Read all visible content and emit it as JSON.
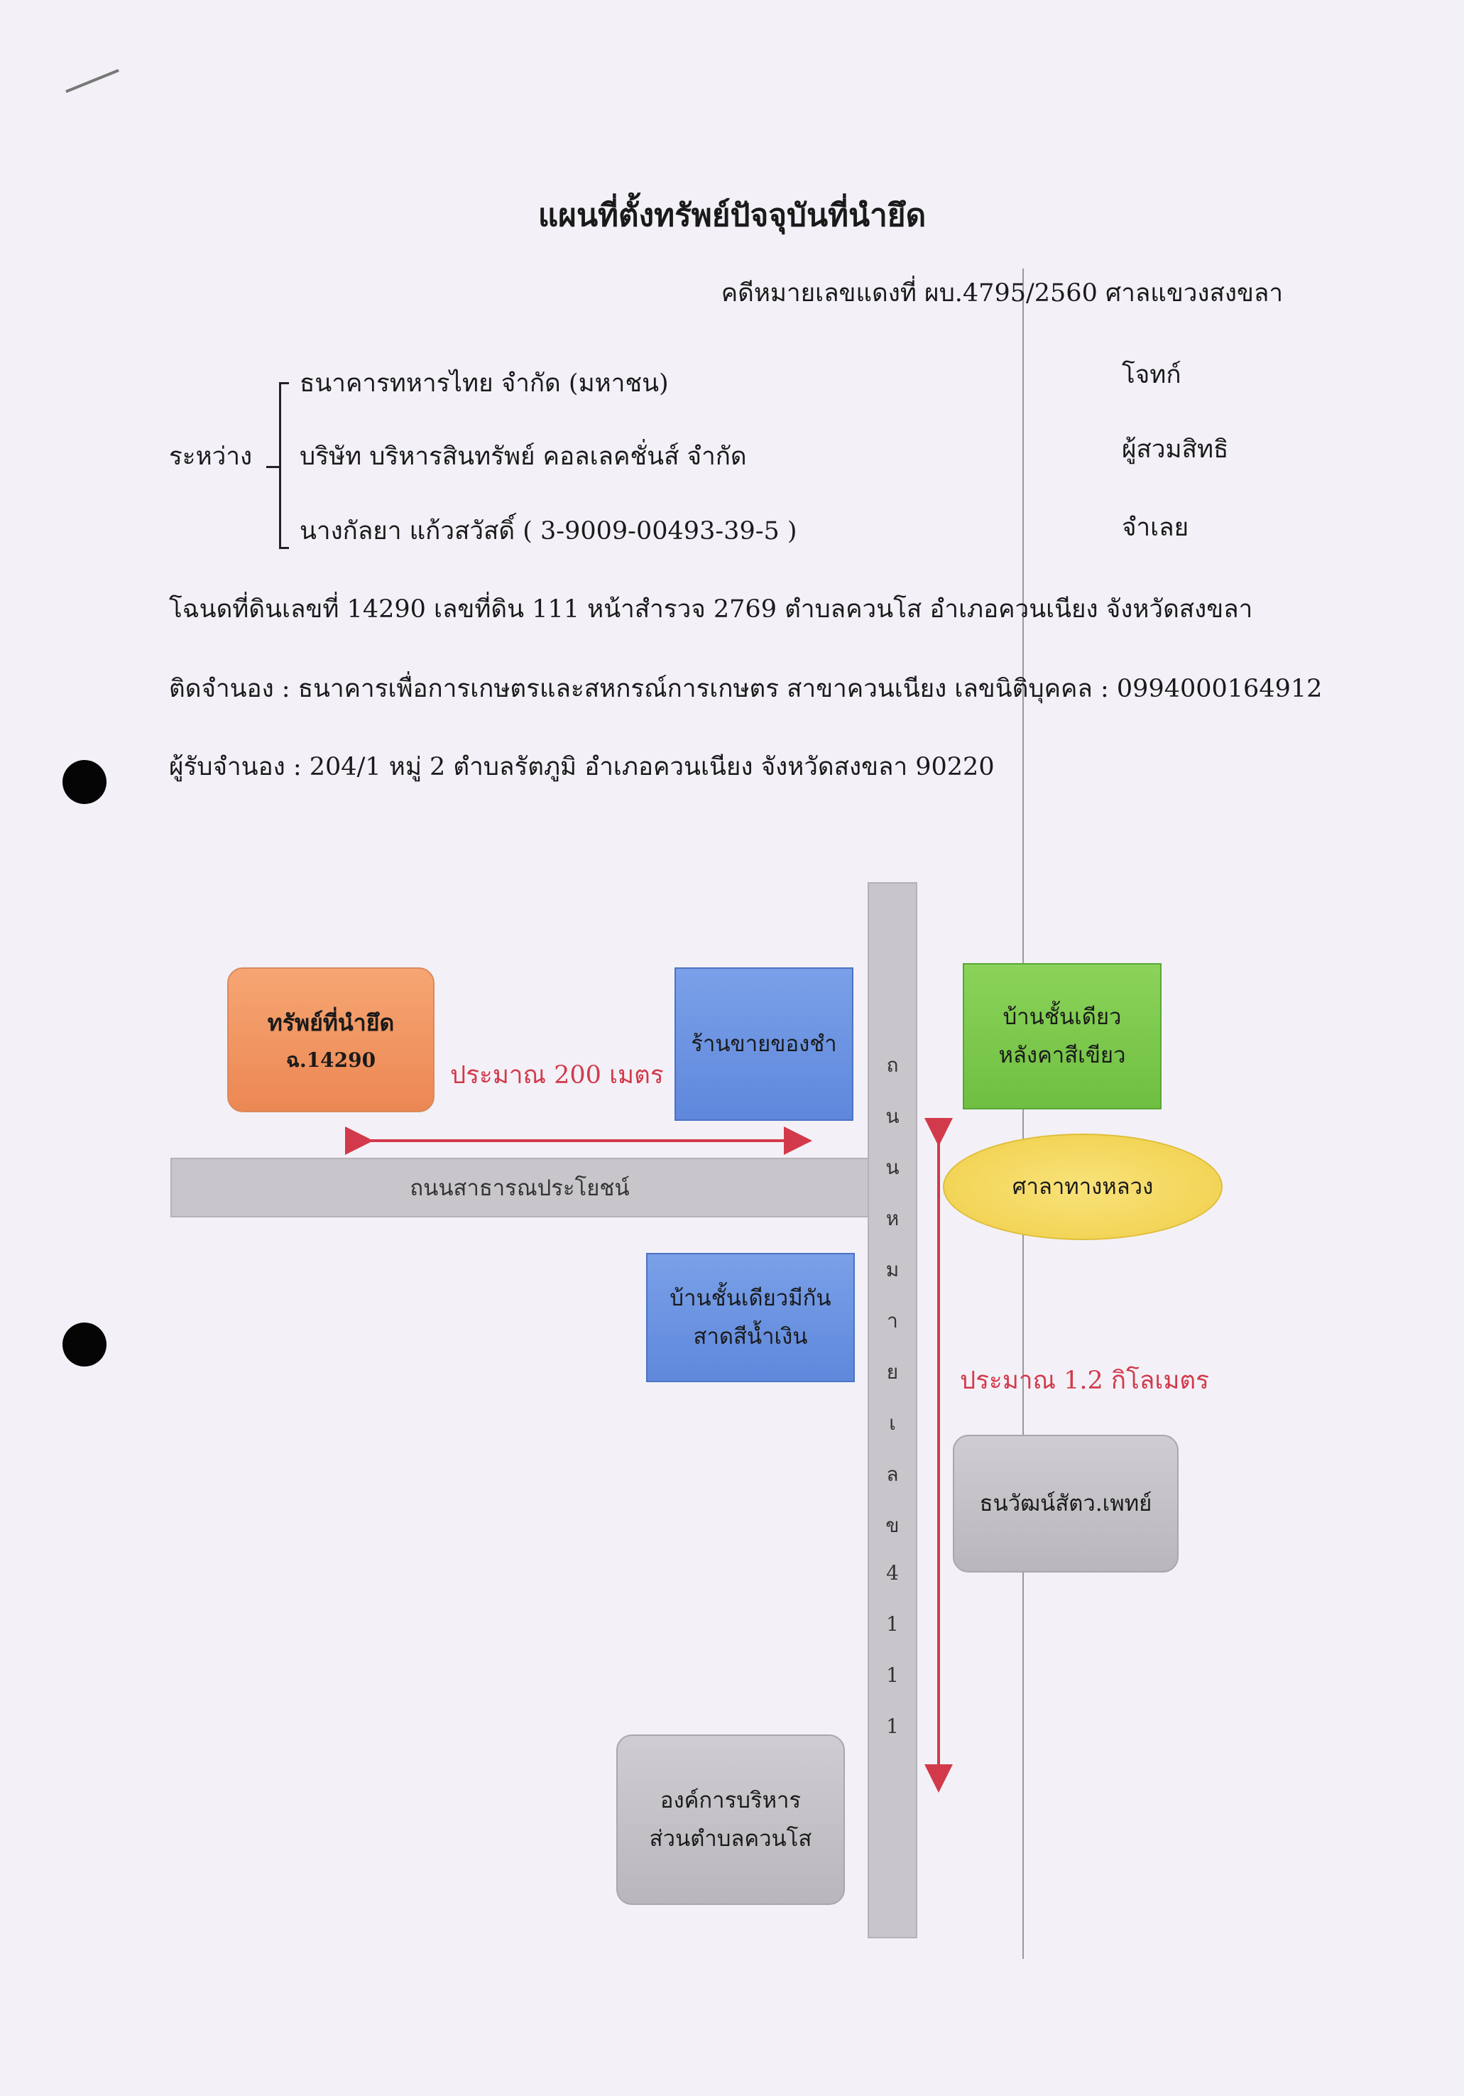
{
  "document": {
    "title": "แผนที่ตั้งทรัพย์ปัจจุบันที่นำยึด",
    "case_line": "คดีหมายเลขแดงที่ ผบ.4795/2560  ศาลแขวงสงขลา",
    "between_label": "ระหว่าง",
    "parties": [
      {
        "name": "ธนาคารทหารไทย จำกัด (มหาชน)",
        "role": "โจทก์"
      },
      {
        "name": "บริษัท บริหารสินทรัพย์ คอลเลคชั่นส์ จำกัด",
        "role": "ผู้สวมสิทธิ"
      },
      {
        "name": "นางกัลยา  แก้วสวัสดิ์  ( 3-9009-00493-39-5 )",
        "role": "จำเลย"
      }
    ],
    "deed_line": "โฉนดที่ดินเลขที่ 14290 เลขที่ดิน 111 หน้าสำรวจ 2769 ตำบลควนโส อำเภอควนเนียง จังหวัดสงขลา",
    "mortgage_line": "ติดจำนอง : ธนาคารเพื่อการเกษตรและสหกรณ์การเกษตร สาขาควนเนียง เลขนิติบุคคล : 0994000164912",
    "mortgagee_line": "ผู้รับจำนอง : 204/1 หมู่ 2 ตำบลรัตภูมิ อำเภอควนเนียง จังหวัดสงขลา 90220"
  },
  "map": {
    "property": {
      "line1": "ทรัพย์ที่นำยึด",
      "line2": "ฉ.14290"
    },
    "distance_200": "ประมาณ 200 เมตร",
    "grocery": "ร้านขายของชำ",
    "green_house": {
      "line1": "บ้านชั้นเดียว",
      "line2": "หลังคาสีเขียว"
    },
    "road_public": "ถนนสาธารณประโยชน์",
    "road_highway_chars": [
      "ถ",
      "น",
      "น",
      "ห",
      "ม",
      "า",
      "ย",
      "เ",
      "ล",
      "ข",
      "4",
      "1",
      "1",
      "1"
    ],
    "pavilion": "ศาลาทางหลวง",
    "blue_house": {
      "line1": "บ้านชั้นเดียวมีกัน",
      "line2": "สาดสีน้ำเงิน"
    },
    "distance_1_2": "ประมาณ 1.2 กิโลเมตร",
    "vet": "ธนวัฒน์สัตว.เพทย์",
    "tao": {
      "line1": "องค์การบริหาร",
      "line2": "ส่วนตำบลควนโส"
    }
  },
  "colors": {
    "property_fill": "#f1955f",
    "grocery_fill": "#6e95e0",
    "green_fill": "#7fcb4f",
    "pavilion_fill": "#f5d85a",
    "gray_fill": "#c8c6cb",
    "arrow_red": "#d23a4b"
  }
}
